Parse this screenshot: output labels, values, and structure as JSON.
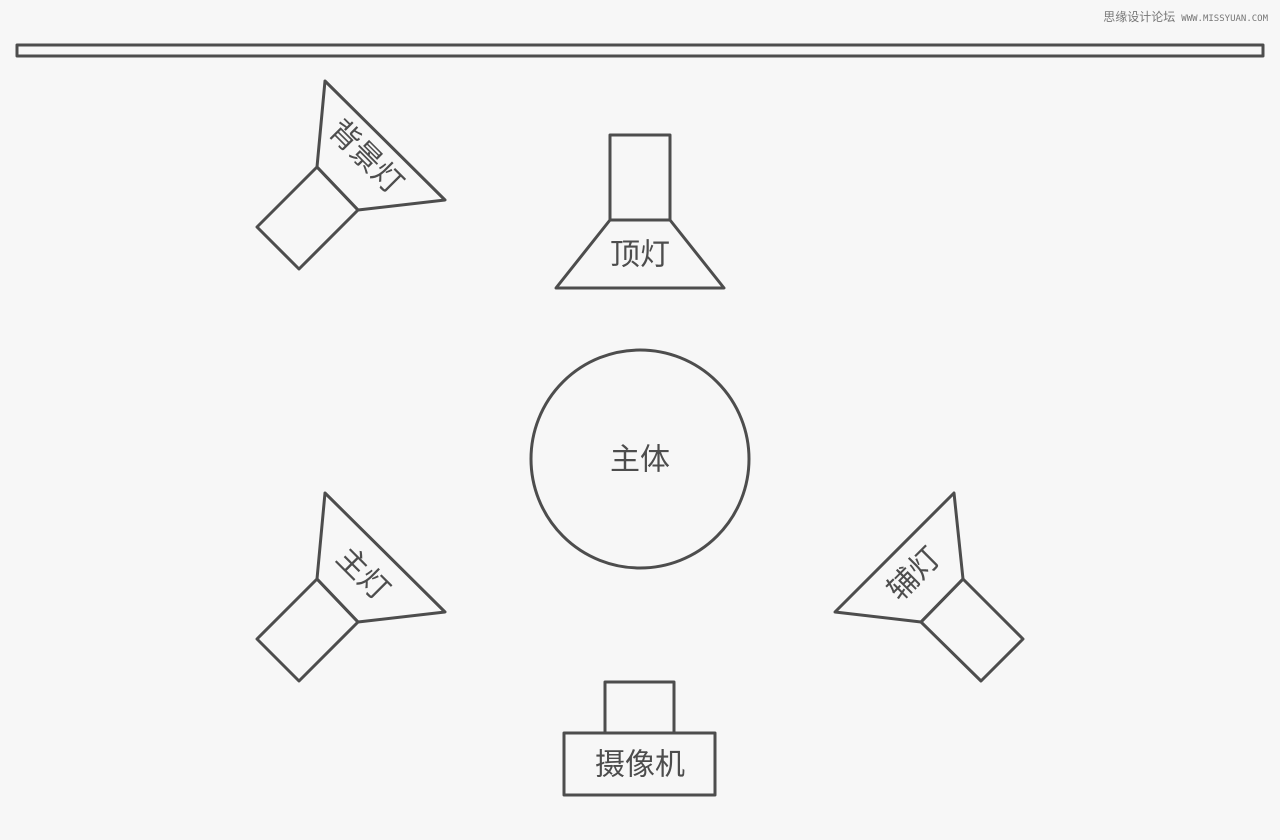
{
  "watermark": {
    "site_name": "思缘设计论坛",
    "url": "WWW.MISSYUAN.COM"
  },
  "diagram": {
    "background_wall": "",
    "subject": "主体",
    "top_light": "顶灯",
    "background_light": "背景灯",
    "key_light": "主灯",
    "fill_light": "辅灯",
    "camera": "摄像机",
    "stroke_color": "#4d4d4d",
    "background_color": "#f7f7f7"
  }
}
